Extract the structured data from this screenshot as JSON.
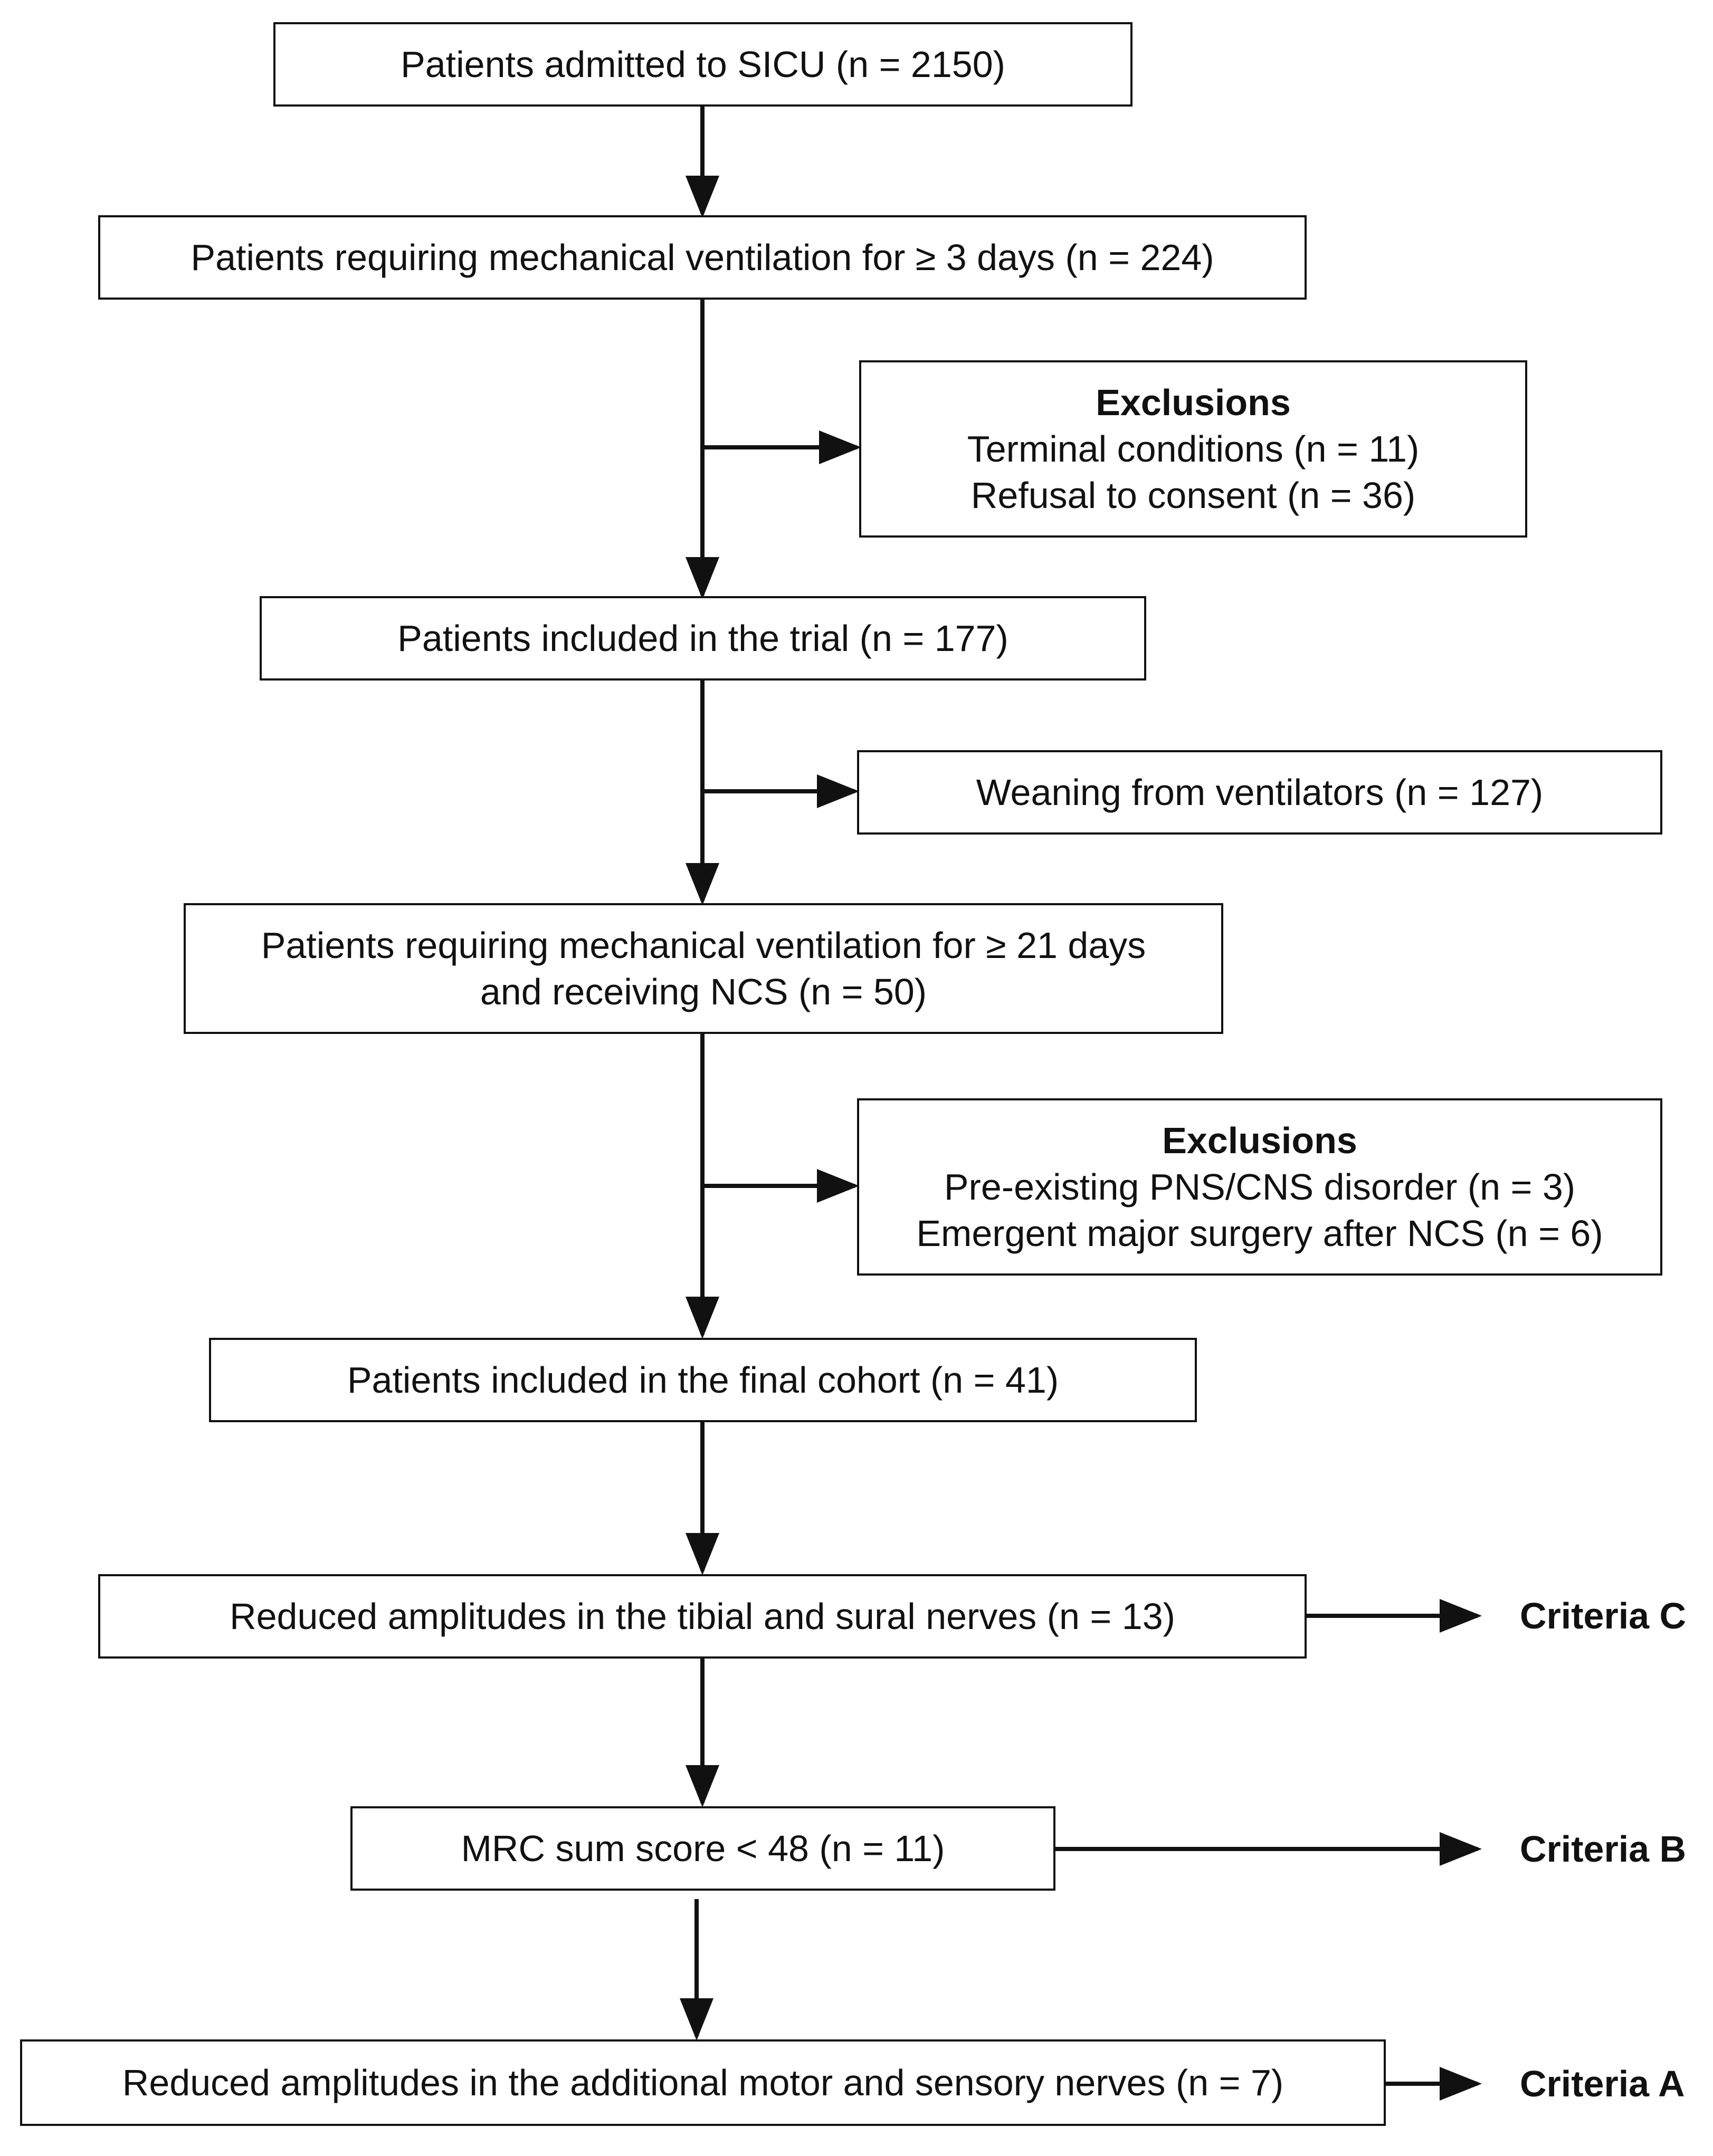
{
  "colors": {
    "line": "#111111",
    "box_fill": "#ffffff",
    "text": "#111111"
  },
  "boxes": {
    "admitted": "Patients admitted to SICU (n = 2150)",
    "mv3": "Patients requiring mechanical ventilation for ≥ 3 days (n = 224)",
    "exclusions1": {
      "heading": "Exclusions",
      "line1": "Terminal conditions (n = 11)",
      "line2": "Refusal to consent (n = 36)"
    },
    "trial": "Patients included in the trial (n = 177)",
    "weaning": "Weaning from ventilators (n = 127)",
    "mv21": {
      "line1": "Patients requiring mechanical ventilation for ≥ 21 days",
      "line2": "and receiving NCS (n = 50)"
    },
    "exclusions2": {
      "heading": "Exclusions",
      "line1": "Pre-existing PNS/CNS disorder (n = 3)",
      "line2": "Emergent major surgery after NCS (n = 6)"
    },
    "final": "Patients included in the final cohort (n = 41)",
    "tibial": "Reduced amplitudes in the tibial and sural nerves (n = 13)",
    "mrc": "MRC sum score < 48 (n = 11)",
    "additional": "Reduced amplitudes in the additional motor and sensory nerves (n = 7)"
  },
  "criteria": {
    "c": "Criteria C",
    "b": "Criteria B",
    "a": "Criteria A"
  }
}
